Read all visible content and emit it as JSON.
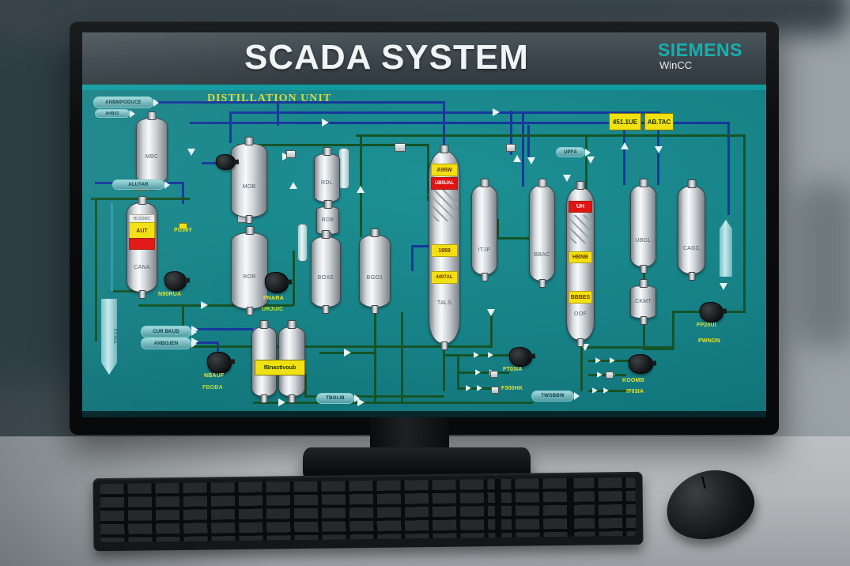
{
  "screen": {
    "title": "SCADA SYSTEM",
    "brand": "SIEMENS",
    "brand_sub": "WinCC",
    "unit_title": "DISTILLATION UNIT",
    "alarms": {
      "a1": "451.1UE",
      "a2": "AB.TAC"
    },
    "vessels": {
      "mbc": "MBC",
      "cana": "CANA",
      "cana_strip": "HLSOMC",
      "cana_band": "AUT",
      "mob": "MOB",
      "ror": "ROR",
      "sm1": "RDL",
      "rdb": "RDB",
      "boxe": "BOXE",
      "bgo": "BGO1",
      "itjp": "ITJP",
      "bbac": "BBAC",
      "ubgl": "UBGL",
      "ckmt": "CKMT",
      "cagc": "CAGC",
      "twins": "fBnactivoub"
    },
    "columns": {
      "tals_b1": "A95W",
      "tals_b2": "UB5UAL",
      "tals_b3": "1959",
      "tals_b4": "4407AL",
      "tals": "TALS",
      "obf_b1": "UH",
      "obf_b2": "HBNB",
      "obf_b3": "BBBES",
      "obf": "OOF"
    },
    "pumps": {
      "p1": "N90RUA",
      "p2a": "PNARA",
      "p2b": "URJUIC",
      "p3a": "NBAUF",
      "p3b": "FBOBA",
      "p4a": "FT03IA",
      "p4b": "F300HK",
      "p5a": "KOOMB",
      "p5b": "IF03IA",
      "p6a": "FP20UI",
      "p6b": "PWNON",
      "tag_pu": "PU36Y"
    },
    "streams": {
      "s1": "ANBMPODUCE",
      "s2": "AHB02",
      "s3": "ALUTAR",
      "s4": "CUR BKUD",
      "s5": "ANBOJEN",
      "s6": "UPFA",
      "s7": "TWOBBW",
      "s8": "ETOBUL",
      "s9": "TBOLIB"
    }
  }
}
